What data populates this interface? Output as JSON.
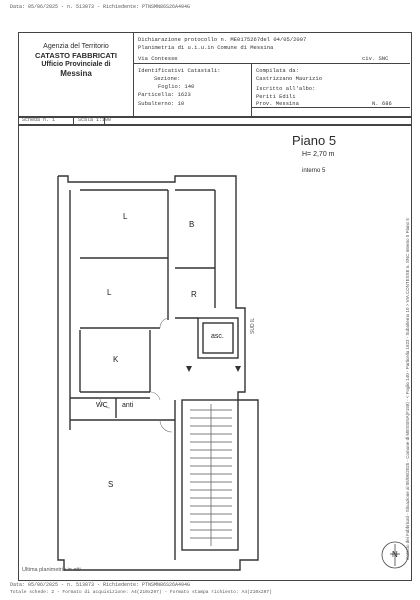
{
  "top_stamp": "Data: 05/06/2025 - n. 513073 - Richiedente: PTNSMN86S26A494G",
  "agency": {
    "line1": "Agenzia del Territorio",
    "line2": "CATASTO FABBRICATI",
    "line3": "Ufficio Provinciale di",
    "line4": "Messina"
  },
  "header": {
    "dichiarazione": "Dichiarazione protocollo n. ME0175267del 04/05/2007",
    "planimetria": "Planimetria di u.i.u.in Comune di Messina",
    "via": "Via Contesse",
    "civ": "civ. SNC",
    "identificativi": "Identificativi Catastali:",
    "sezione": "Sezione:",
    "foglio": "Foglio: 140",
    "particella": "Particella: 1623",
    "subalterno": "Subalterno: 10",
    "compilata": "Compilata da:",
    "compilatore": "Castrizzano Maurizio",
    "iscritto": "Iscritto all'albo:",
    "albo": "Periti Edili",
    "prov": "Prov. Messina",
    "n": "N. 686"
  },
  "scheda": {
    "scheda": "Scheda n. 1",
    "scala": "Scala 1:100"
  },
  "plan": {
    "piano": "Piano 5",
    "altezza": "H= 2,70 m",
    "interno": "interno 5",
    "sud_label": "SUD IL",
    "asc": "asc.",
    "rooms": {
      "l1": "L",
      "b": "B",
      "l2": "L",
      "r": "R",
      "k": "K",
      "wc": "WC",
      "anti": "anti",
      "s": "S"
    }
  },
  "side_text": "Catasto dei Fabbricati - Situazione al 05/06/2025 - Comune di MESSINA(F158) - < Foglio 140 - Particella 1623 - Subalterno 10 > VIA CONTESSE n. SNC Interno 5 Piano 5",
  "footer": {
    "ultima": "Ultima planimetria in atti",
    "line1": "Data: 05/06/2025 - n. 513073 - Richiedente: PTNSMN86S26A494G",
    "line2": "Totale schede: 2 - Formato di acquisizione: A4(210x297) - Formato stampa richiesto: A4(210x297)"
  },
  "compass": "N"
}
